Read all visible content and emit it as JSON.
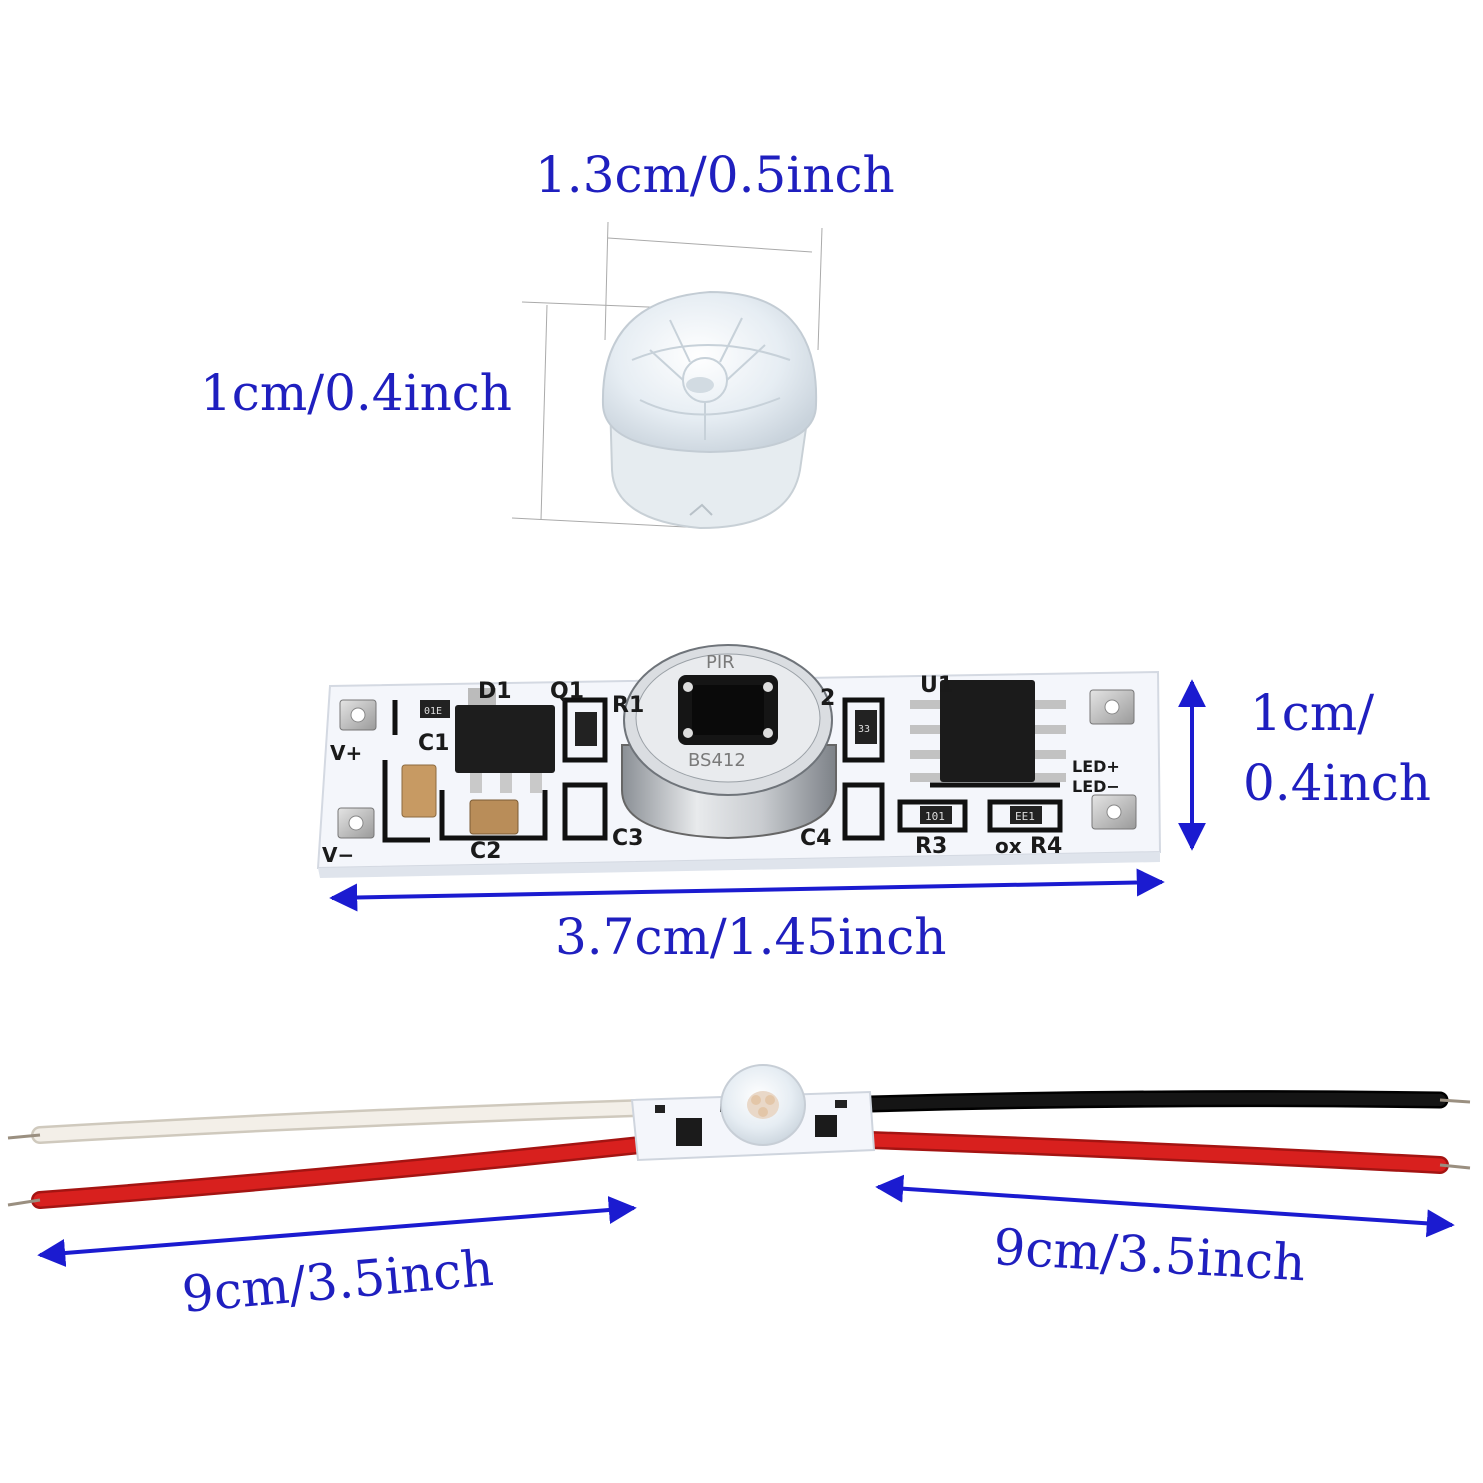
{
  "colors": {
    "dimension_text": "#1f1fbf",
    "dimension_arrow": "#1b1bd0",
    "pcb_board": "#f4f6fb",
    "silkscreen": "#111111",
    "wire_white": "#f3efe8",
    "wire_red": "#d8201e",
    "wire_black": "#151515",
    "lens": "#eef3f7"
  },
  "dimensions": {
    "lens_width": "1.3cm/0.5inch",
    "lens_height": "1cm/0.4inch",
    "board_height_line1": "1cm/",
    "board_height_line2": "0.4inch",
    "board_length": "3.7cm/1.45inch",
    "wire_left_length": "9cm/3.5inch",
    "wire_right_length": "9cm/3.5inch"
  },
  "pcb_markings": {
    "sensor_top": "PIR",
    "sensor_model": "BS412",
    "d1": "D1",
    "q1": "Q1",
    "r1": "R1",
    "r2": "2",
    "u1": "U1",
    "c1": "C1",
    "c2": "C2",
    "c3": "C3",
    "c4": "C4",
    "r3": "R3",
    "r4": "R4",
    "ox": "ox",
    "v_plus": "V+",
    "v_minus": "V−",
    "led_plus": "LED+",
    "led_minus": "LED−",
    "res_101": "101",
    "res_ee": "EE1",
    "res_33": "33",
    "res_01": "01E"
  }
}
